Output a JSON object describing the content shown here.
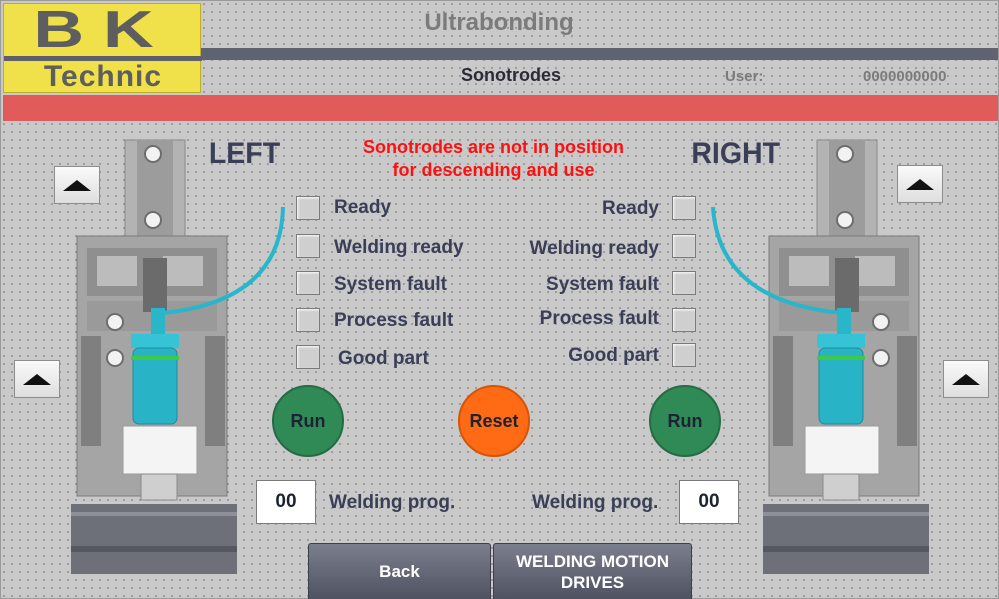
{
  "header": {
    "logo_line1": "BK",
    "logo_line2": "Technic",
    "app_title": "Ultrabonding",
    "screen_title": "Sonotrodes",
    "user_label": "User:",
    "user_value": "0000000000"
  },
  "message": {
    "line1": "Sonotrodes are not in position",
    "line2": "for descending and use"
  },
  "left": {
    "title": "LEFT",
    "status": [
      "Ready",
      "Welding ready",
      "System fault",
      "Process fault",
      "Good part"
    ],
    "run_label": "Run",
    "prog_value": "00",
    "prog_label": "Welding prog."
  },
  "right": {
    "title": "RIGHT",
    "status": [
      "Ready",
      "Welding ready",
      "System fault",
      "Process fault",
      "Good part"
    ],
    "run_label": "Run",
    "prog_value": "00",
    "prog_label": "Welding prog."
  },
  "reset_label": "Reset",
  "buttons": {
    "back": "Back",
    "welding_motion_drives": "WELDING MOTION DRIVES"
  },
  "icons": {
    "arrow": "arrow-up-icon"
  },
  "colors": {
    "logo_bg": "#f0e14a",
    "alarm_bar": "#e15b5b",
    "message_text": "#ff1010",
    "run_button": "#2f8a56",
    "reset_button": "#ff6a14",
    "nav_button": "#5f6270"
  }
}
